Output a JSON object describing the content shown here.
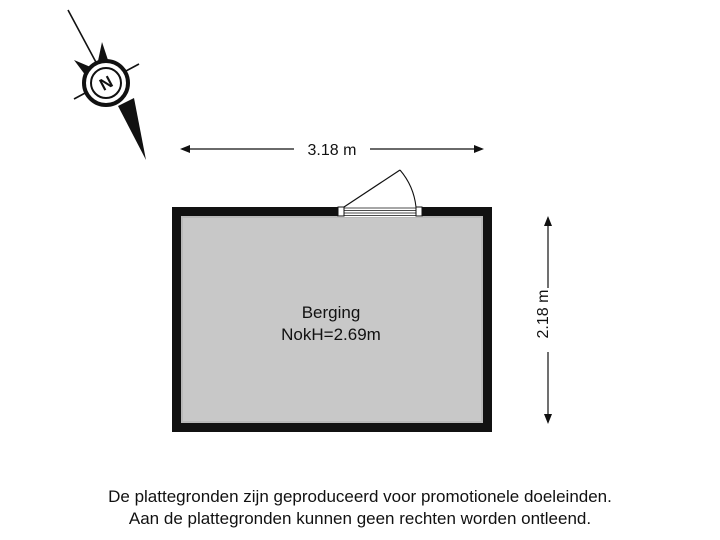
{
  "compass": {
    "label": "N",
    "icon": "compass-north-icon"
  },
  "dimensions": {
    "width": "3.18 m",
    "height": "2.18 m"
  },
  "room": {
    "name": "Berging",
    "ridge_height": "NokH=2.69m"
  },
  "disclaimer": {
    "line1": "De plattegronden zijn geproduceerd voor promotionele doeleinden.",
    "line2": "Aan de plattegronden kunnen geen rechten worden ontleend."
  },
  "colors": {
    "wall": "#111111",
    "floor": "#c8c8c8",
    "floor_edge": "#b8b8b8"
  }
}
